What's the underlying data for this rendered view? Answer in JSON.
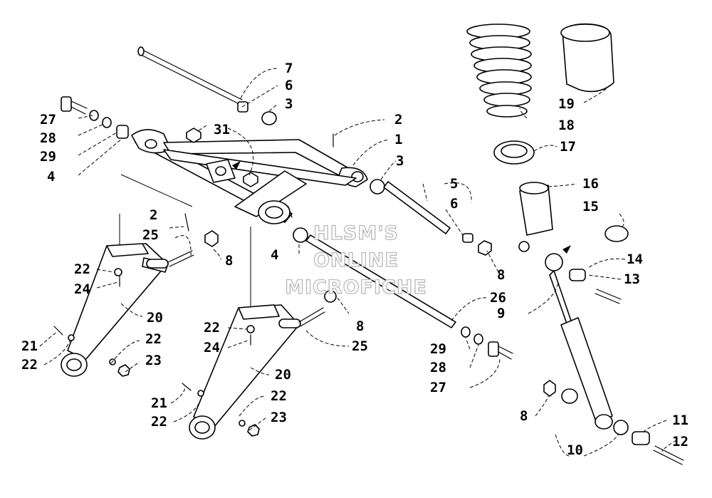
{
  "watermark": {
    "line1": "HLSM'S",
    "line2": "ONLINE",
    "line3": "MICROFICHE"
  },
  "callouts": {
    "c1": "1",
    "c2a": "2",
    "c2b": "2",
    "c3a": "3",
    "c3b": "3",
    "c4a": "4",
    "c4b": "4",
    "c5": "5",
    "c6a": "6",
    "c6b": "6",
    "c7": "7",
    "c8a": "8",
    "c8b": "8",
    "c8c": "8",
    "c8d": "8",
    "c9": "9",
    "c10": "10",
    "c11": "11",
    "c12": "12",
    "c13": "13",
    "c14": "14",
    "c15": "15",
    "c16": "16",
    "c17": "17",
    "c18": "18",
    "c19": "19",
    "c20a": "20",
    "c20b": "20",
    "c21a": "21",
    "c21b": "21",
    "c22a": "22",
    "c22b": "22",
    "c22c": "22",
    "c22d": "22",
    "c22e": "22",
    "c22f": "22",
    "c23a": "23",
    "c23b": "23",
    "c24a": "24",
    "c24b": "24",
    "c25a": "25",
    "c25b": "25",
    "c26": "26",
    "c27a": "27",
    "c27b": "27",
    "c28a": "28",
    "c28b": "28",
    "c29a": "29",
    "c29b": "29",
    "c31": "31"
  }
}
